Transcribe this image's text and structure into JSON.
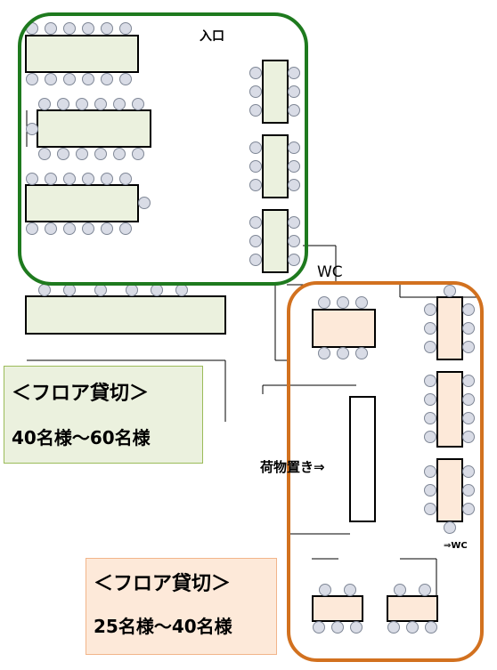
{
  "labels": {
    "entrance": "入口",
    "wc_main": "WC",
    "storage": "荷物置き⇒",
    "wc_arrow": "⇒WC"
  },
  "zones": {
    "green": {
      "title": "＜フロア貸切＞",
      "capacity": "40名様～60名様"
    },
    "orange": {
      "title": "＜フロア貸切＞",
      "capacity": "25名様～40名様"
    }
  },
  "colors": {
    "green_zone": "#1e7a1e",
    "orange_zone": "#d2711f",
    "green_table": "#ebf1de",
    "orange_table": "#fde9d9",
    "chair": "#d9dce6",
    "green_box_bg": "#ebf1de",
    "orange_box_bg": "#fde9d9"
  }
}
